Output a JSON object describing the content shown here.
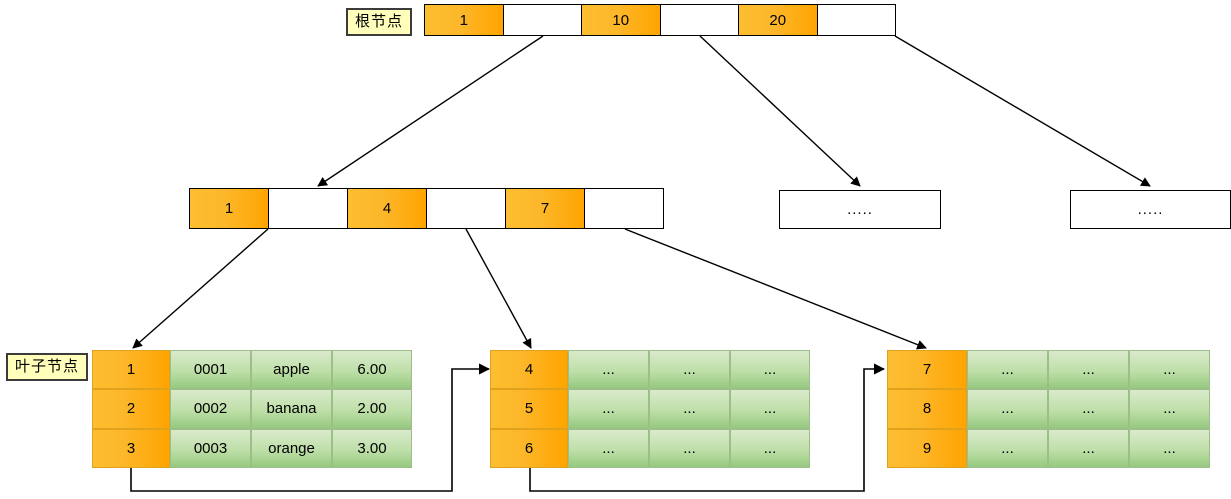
{
  "diagram": {
    "title_labels": {
      "root_label": "根节点",
      "leaf_label": "叶子节点"
    },
    "ellipsis_short": "...",
    "ellipsis_long": "....."
  },
  "root_node": {
    "name": "root-node",
    "cells": [
      {
        "type": "key",
        "text": "1"
      },
      {
        "type": "ptr",
        "text": ""
      },
      {
        "type": "key",
        "text": "10"
      },
      {
        "type": "ptr",
        "text": ""
      },
      {
        "type": "key",
        "text": "20"
      },
      {
        "type": "ptr",
        "text": ""
      }
    ]
  },
  "internal_nodes": [
    {
      "name": "internal-node-1",
      "cells": [
        {
          "type": "key",
          "text": "1"
        },
        {
          "type": "ptr",
          "text": ""
        },
        {
          "type": "key",
          "text": "4"
        },
        {
          "type": "ptr",
          "text": ""
        },
        {
          "type": "key",
          "text": "7"
        },
        {
          "type": "ptr",
          "text": ""
        }
      ]
    },
    {
      "name": "internal-node-2",
      "placeholder": "....."
    },
    {
      "name": "internal-node-3",
      "placeholder": "....."
    }
  ],
  "leaf_nodes": [
    {
      "name": "leaf-node-1",
      "rows": [
        {
          "key": "1",
          "id": "0001",
          "fruit": "apple",
          "price": "6.00"
        },
        {
          "key": "2",
          "id": "0002",
          "fruit": "banana",
          "price": "2.00"
        },
        {
          "key": "3",
          "id": "0003",
          "fruit": "orange",
          "price": "3.00"
        }
      ]
    },
    {
      "name": "leaf-node-2",
      "rows": [
        {
          "key": "4",
          "id": "...",
          "fruit": "...",
          "price": "..."
        },
        {
          "key": "5",
          "id": "...",
          "fruit": "...",
          "price": "..."
        },
        {
          "key": "6",
          "id": "...",
          "fruit": "...",
          "price": "..."
        }
      ]
    },
    {
      "name": "leaf-node-3",
      "rows": [
        {
          "key": "7",
          "id": "...",
          "fruit": "...",
          "price": "..."
        },
        {
          "key": "8",
          "id": "...",
          "fruit": "...",
          "price": "..."
        },
        {
          "key": "9",
          "id": "...",
          "fruit": "...",
          "price": "..."
        }
      ]
    }
  ],
  "colors": {
    "key_orange": "#FCB72A",
    "key_orange_dark": "#FFA400",
    "value_green_light": "#D9EACB",
    "value_green_dark": "#96C97F",
    "label_yellow": "#FFFFBB",
    "line_black": "#000000"
  }
}
